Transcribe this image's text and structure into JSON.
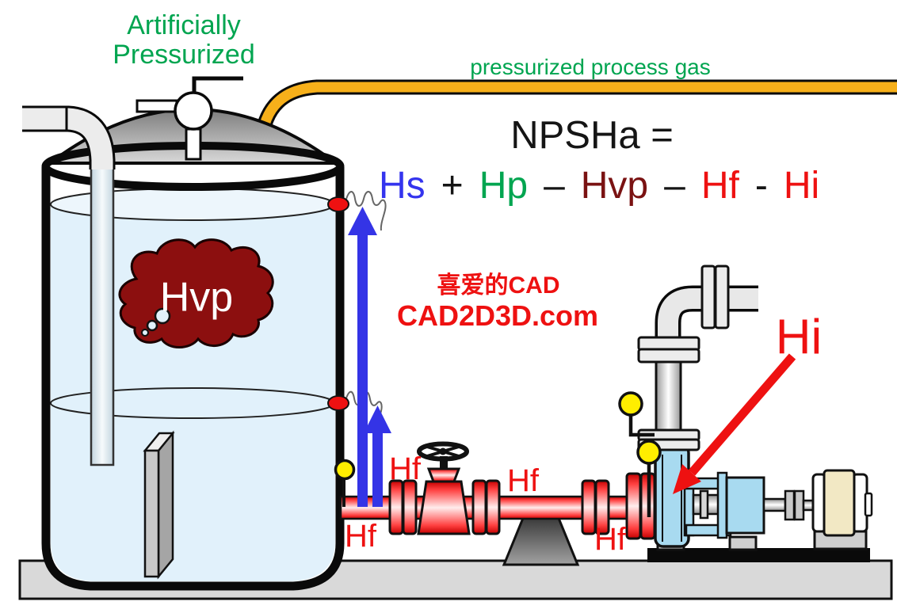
{
  "header": {
    "tank_label_line1": "Artificially",
    "tank_label_line2": "Pressurized",
    "gas_pipe_label": "pressurized process gas"
  },
  "equation": {
    "title": "NPSHa =",
    "terms": [
      "Hs",
      "+",
      "Hp",
      "–",
      "Hvp",
      "–",
      "Hf",
      "-",
      "Hi"
    ],
    "term_colors": [
      "#3434ee",
      "#151515",
      "#00a550",
      "#151515",
      "#7a1212",
      "#151515",
      "#ee1111",
      "#151515",
      "#ee1111"
    ]
  },
  "watermark": {
    "line1": "喜爱的CAD",
    "line2": "CAD2D3D.com"
  },
  "tank": {
    "vapor_cloud_label": "Hvp"
  },
  "pipeline": {
    "friction_label_1": "Hf",
    "friction_label_2": "Hf",
    "friction_label_3": "Hf",
    "friction_label_4": "Hf"
  },
  "pump": {
    "inlet_loss_label": "Hi"
  },
  "colors": {
    "label_green": "#00a550",
    "static_head_blue": "#3434ee",
    "vapor_maroon": "#7a1212",
    "friction_red": "#ee1111",
    "gas_pipe_orange": "#f7b01a",
    "liquid_blue": "#e1f1fb",
    "pump_blue": "#a8daf0",
    "pipe_red": "#ff4040",
    "motor_cream": "#f2e8c4",
    "floor_gray": "#d9d9d9"
  }
}
